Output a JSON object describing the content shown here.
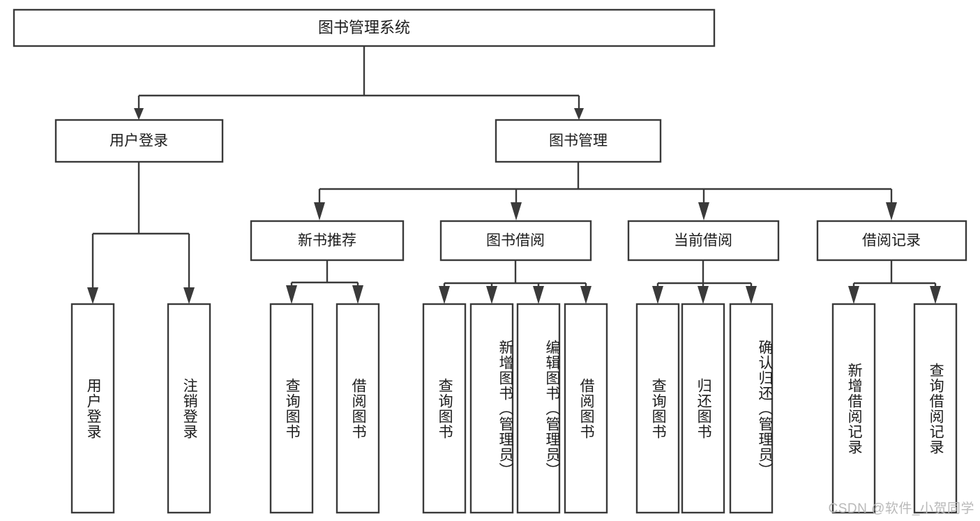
{
  "diagram": {
    "type": "tree-hierarchy",
    "title": "图书管理系统",
    "root": {
      "id": "root",
      "label": "图书管理系统",
      "orientation": "horizontal"
    },
    "level1": [
      {
        "id": "user-login",
        "label": "用户登录",
        "orientation": "horizontal"
      },
      {
        "id": "book-manage",
        "label": "图书管理",
        "orientation": "horizontal"
      }
    ],
    "level2": [
      {
        "id": "new-book-recommend",
        "label": "新书推荐",
        "parent": "book-manage",
        "orientation": "horizontal"
      },
      {
        "id": "book-borrow",
        "label": "图书借阅",
        "parent": "book-manage",
        "orientation": "horizontal"
      },
      {
        "id": "current-borrow",
        "label": "当前借阅",
        "parent": "book-manage",
        "orientation": "horizontal"
      },
      {
        "id": "borrow-record",
        "label": "借阅记录",
        "parent": "book-manage",
        "orientation": "horizontal"
      }
    ],
    "leaves": [
      {
        "id": "leaf-user-login",
        "label": "用户登录",
        "parent": "user-login",
        "orientation": "vertical"
      },
      {
        "id": "leaf-logout-login",
        "label": "注销登录",
        "parent": "user-login",
        "orientation": "vertical"
      },
      {
        "id": "leaf-query-book-1",
        "label": "查询图书",
        "parent": "new-book-recommend",
        "orientation": "vertical"
      },
      {
        "id": "leaf-borrow-book-1",
        "label": "借阅图书",
        "parent": "new-book-recommend",
        "orientation": "vertical"
      },
      {
        "id": "leaf-query-book-2",
        "label": "查询图书",
        "parent": "book-borrow",
        "orientation": "vertical"
      },
      {
        "id": "leaf-add-book",
        "label": "新增图书（管理员）",
        "parent": "book-borrow",
        "orientation": "vertical"
      },
      {
        "id": "leaf-edit-book",
        "label": "编辑图书（管理员）",
        "parent": "book-borrow",
        "orientation": "vertical"
      },
      {
        "id": "leaf-borrow-book-2",
        "label": "借阅图书",
        "parent": "book-borrow",
        "orientation": "vertical"
      },
      {
        "id": "leaf-query-book-3",
        "label": "查询图书",
        "parent": "current-borrow",
        "orientation": "vertical"
      },
      {
        "id": "leaf-return-book",
        "label": "归还图书",
        "parent": "current-borrow",
        "orientation": "vertical"
      },
      {
        "id": "leaf-confirm-return",
        "label": "确认归还（管理员）",
        "parent": "current-borrow",
        "orientation": "vertical"
      },
      {
        "id": "leaf-add-record",
        "label": "新增借阅记录",
        "parent": "borrow-record",
        "orientation": "vertical"
      },
      {
        "id": "leaf-query-record",
        "label": "查询借阅记录",
        "parent": "borrow-record",
        "orientation": "vertical"
      }
    ],
    "colors": {
      "stroke": "#3a3a3a",
      "fill": "#ffffff",
      "text": "#1c1c1c",
      "watermark": "#b9b9b9"
    }
  },
  "watermark": {
    "text": "CSDN @软件_小贺同学"
  }
}
